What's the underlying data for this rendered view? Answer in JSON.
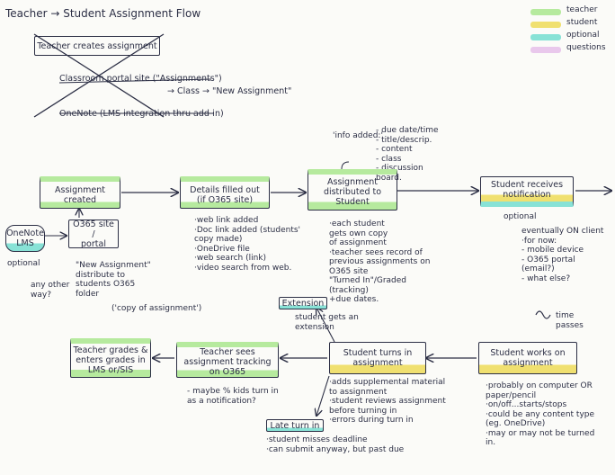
{
  "title": "Teacher → Student Assignment Flow",
  "legend": {
    "items": [
      {
        "label": "teacher",
        "color": "#b6ea9e"
      },
      {
        "label": "student",
        "color": "#f0e070"
      },
      {
        "label": "optional",
        "color": "#88e2d6"
      },
      {
        "label": "questions",
        "color": "#e9c8ec"
      }
    ]
  },
  "top_crossed": {
    "box_label": "Teacher creates assignment",
    "line1": "Classroom portal site (\"Assignments\")",
    "line2": "→ Class → \"New Assignment\"",
    "line3": "OneNote (LMS integration thru add-in)"
  },
  "assignment_created": {
    "label": "Assignment\ncreated"
  },
  "onenote_lms": {
    "label": "OneNote\nLMS"
  },
  "optional_label_left": "optional",
  "o365_portal": {
    "label": "O365 site /\nportal"
  },
  "new_assignment_note": "\"New Assignment\"\ndistribute to\nstudents O365\nfolder",
  "copy_note": "('copy of assignment')",
  "any_other_way": "any other\nway?",
  "details": {
    "label": "Details filled out\n(if O365 site)",
    "notes": "·web link added\n·Doc link added (students'\n    copy made)\n  ·OneDrive file\n·web search (link)\n·video search from web."
  },
  "info_added": {
    "header": "'info added:'",
    "items": "- due date/time\n- title/descrip.\n- content\n- class\n- discussion\n  board."
  },
  "distributed": {
    "label": "Assignment\ndistributed to\nStudent",
    "notes": "·each student\n  gets own copy\n  of assignment\n·teacher sees record of\n  previous assignments on\n  O365 site\n    \"Turned In\"/Graded\n    (tracking)\n    +due dates."
  },
  "notification": {
    "label": "Student receives\nnotification",
    "sublabel": "optional",
    "notes": "eventually ON client\n·for now:\n  - mobile device\n  - O365 portal\n    (email?)\n  - what else?"
  },
  "time_passes": "time\npasses",
  "extension": {
    "label": "Extension",
    "note": "student gets an\nextension"
  },
  "student_works": {
    "label": "Student works on\nassignment",
    "notes": "·probably on computer OR\n  paper/pencil\n·on/off...starts/stops\n·could be any content type\n  (eg. OneDrive)\n·may or may not be turned\n  in."
  },
  "turns_in": {
    "label": "Student turns in\nassignment",
    "notes": "·adds supplemental material\n  to assignment\n·student reviews assignment\n  before turning in\n·errors during turn in"
  },
  "late_turn_in": {
    "label": "Late turn in",
    "notes": "·student misses deadline\n·can submit anyway, but past due"
  },
  "teacher_sees": {
    "label": "Teacher sees\nassignment tracking\non O365",
    "note": "- maybe % kids turn in\n  as a notification?"
  },
  "teacher_grades": {
    "label": "Teacher grades &\nenters grades in\nLMS or/SIS"
  }
}
